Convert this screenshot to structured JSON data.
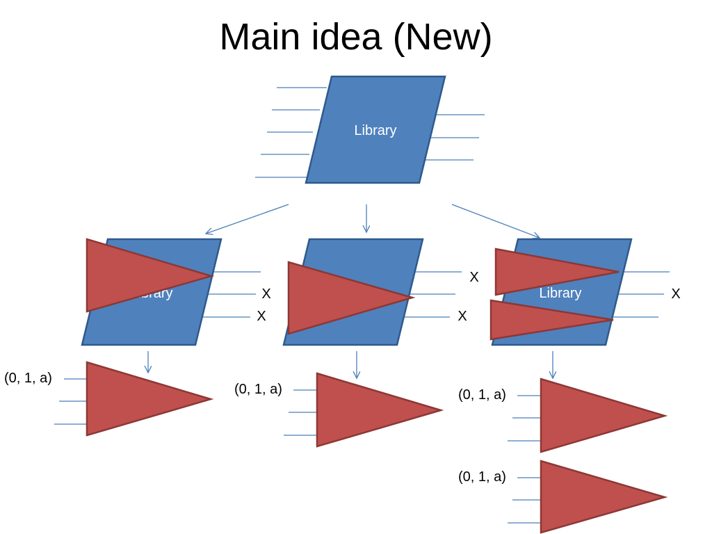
{
  "title": "Main idea (New)",
  "library_label": "Library",
  "output_marker": "X",
  "input_label": "(0, 1, a)",
  "colors": {
    "library_fill": "#4F81BD",
    "library_stroke": "#2E5A8C",
    "gate_fill": "#C0504D",
    "gate_stroke": "#8C3836",
    "wire": "#4A7EBB",
    "arrow": "#4A7EBB"
  }
}
